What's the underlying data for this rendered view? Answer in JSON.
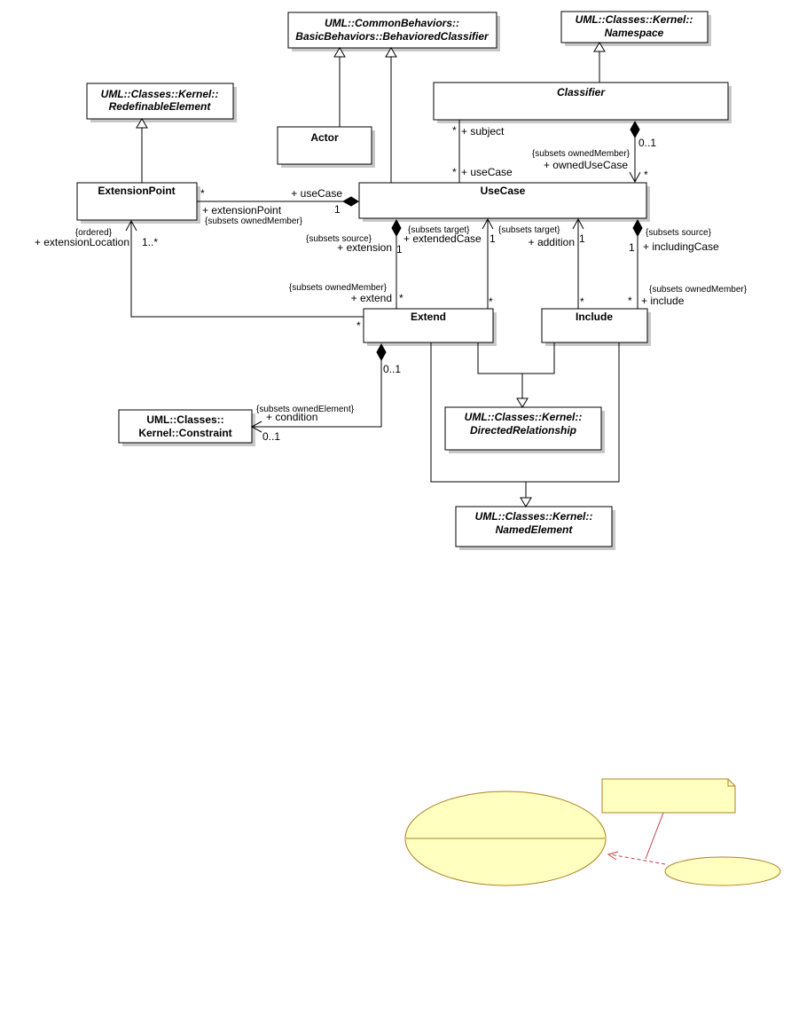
{
  "classes": {
    "behavioredClassifier": {
      "line1": "UML::CommonBehaviors::",
      "line2": "BasicBehaviors::BehavioredClassifier"
    },
    "namespace": {
      "line1": "UML::Classes::Kernel::",
      "line2": "Namespace"
    },
    "redefinableElement": {
      "line1": "UML::Classes::Kernel::",
      "line2": "RedefinableElement"
    },
    "classifier": {
      "name": "Classifier"
    },
    "actor": {
      "name": "Actor"
    },
    "extensionPoint": {
      "name": "ExtensionPoint"
    },
    "useCase": {
      "name": "UseCase"
    },
    "extend": {
      "name": "Extend"
    },
    "include": {
      "name": "Include"
    },
    "constraint": {
      "line1": "UML::Classes::",
      "line2": "Kernel::Constraint"
    },
    "directedRelationship": {
      "line1": "UML::Classes::Kernel::",
      "line2": "DirectedRelationship"
    },
    "namedElement": {
      "line1": "UML::Classes::Kernel::",
      "line2": "NamedElement"
    }
  },
  "labels": {
    "subject_mult": "*",
    "subject_role": "+ subject",
    "usecase_mult": "*",
    "usecase_role": "+ useCase",
    "owned_mult_top": "0..1",
    "owned_subset": "{subsets ownedMember}",
    "owned_role": "+ ownedUseCase",
    "owned_mult_bottom": "*",
    "ep_mult_star": "*",
    "ep_usecase_role": "+ useCase",
    "ep_mult_one": "1",
    "ep_role": "+ extensionPoint",
    "ep_subset": "{subsets ownedMember}",
    "extloc_ordered": "{ordered}",
    "extloc_role": "+ extensionLocation",
    "extloc_mult": "1..*",
    "extloc_star": "*",
    "source_subset_left": "{subsets source}",
    "extension_role": "+ extension",
    "extension_mult": "1",
    "target_subset_left": "{subsets target}",
    "extendedcase_role": "+ extendedCase",
    "extendedcase_mult": "1",
    "target_subset_right": "{subsets target}",
    "addition_role": "+ addition",
    "addition_mult": "1",
    "source_subset_right": "{subsets source}",
    "includingcase_mult": "1",
    "includingcase_role": "+ includingCase",
    "extend_subset": "{subsets ownedMember}",
    "extend_role": "+ extend",
    "extend_mult": "*",
    "extendedcase_star": "*",
    "addition_star": "*",
    "include_mult": "*",
    "include_subset": "{subsets ownedMember}",
    "include_role": "+ include",
    "condition_mult_top": "0..1",
    "condition_subset": "{subsets ownedElement}",
    "condition_role": "+ condition",
    "condition_mult_bottom": "0..1"
  }
}
